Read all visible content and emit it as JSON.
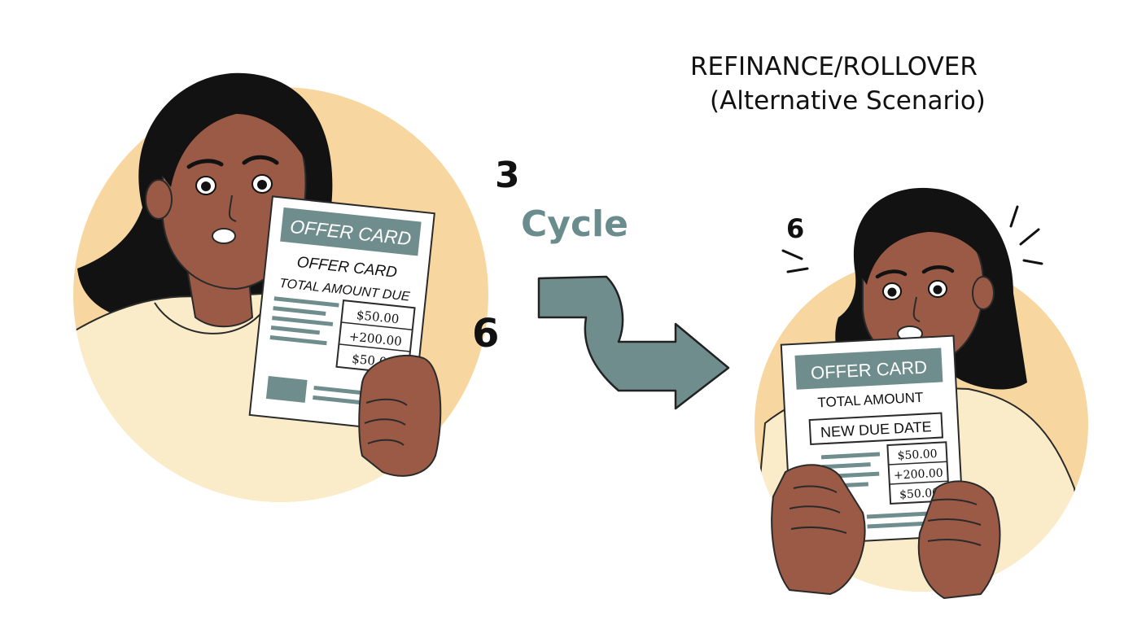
{
  "header": {
    "title_line1": "REFINANCE/ROLLOVER",
    "title_line2": "(Alternative Scenario)"
  },
  "cycle": {
    "label": "Cycle",
    "number_top": "3",
    "number_middle": "6",
    "number_right": "6"
  },
  "left_panel": {
    "card_header": "OFFER CARD",
    "card_title": "OFFER CARD",
    "card_subtitle": "TOTAL AMOUNT DUE",
    "amounts": [
      "$50.00",
      "+200.00",
      "$50.00"
    ]
  },
  "right_panel": {
    "card_header": "OFFER CARD",
    "card_subtitle": "TOTAL AMOUNT",
    "due_box": "NEW DUE DATE",
    "amounts": [
      "$50.00",
      "+200.00",
      "$50.00"
    ]
  },
  "colors": {
    "circle_bg": "#f7d79f",
    "skin": "#9a5a46",
    "hair": "#121212",
    "shirt": "#faecc9",
    "card_header_bg": "#6f8d8d",
    "arrow": "#6f8d8d",
    "cycle_text": "#6b8c8c"
  }
}
